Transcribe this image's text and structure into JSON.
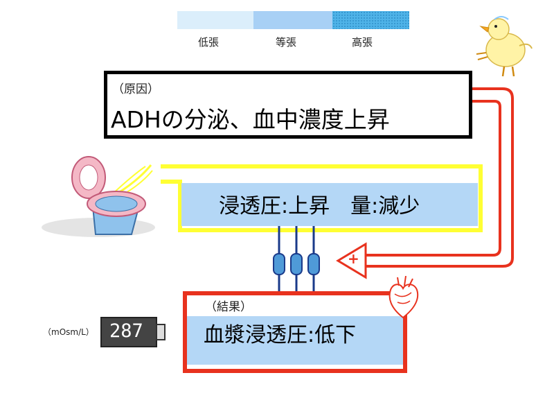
{
  "legend": {
    "items": [
      {
        "label": "低張",
        "color": "#dbeefb"
      },
      {
        "label": "等張",
        "color": "#a8d0f5"
      },
      {
        "label": "高張",
        "color": "#4fb3e8"
      }
    ]
  },
  "cause": {
    "tag": "（原因）",
    "text": "ADHの分泌、血中濃度上昇"
  },
  "urine": {
    "text": "浸透圧:上昇　量:減少"
  },
  "result": {
    "tag": "（結果）",
    "text": "血漿浸透圧:低下"
  },
  "meter": {
    "unit": "（mOsm/L）",
    "value": "287"
  },
  "feedback": {
    "sign": "+"
  },
  "channels": {
    "sign": "+"
  },
  "colors": {
    "fluid": "#b4d7f6",
    "outline_red": "#e8321e",
    "outline_yellow": "#ffff33",
    "arrow_blue": "#1a3a8a",
    "arrow_red": "#e8321e"
  }
}
